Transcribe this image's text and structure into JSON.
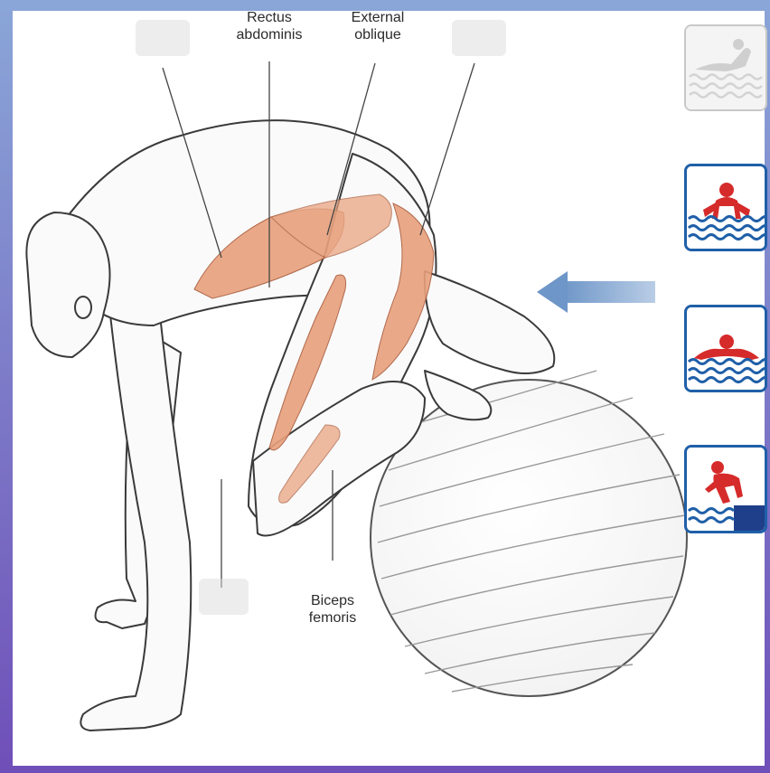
{
  "labels": {
    "rectus_abdominis": [
      "Rectus",
      "abdominis"
    ],
    "external_oblique": [
      "External",
      "oblique"
    ],
    "biceps_femoris": [
      "Biceps",
      "femoris"
    ]
  },
  "icons": [
    {
      "name": "swim-crawl-icon",
      "state": "faded"
    },
    {
      "name": "swim-butterfly-pull-icon",
      "state": "active"
    },
    {
      "name": "swim-butterfly-glide-icon",
      "state": "active"
    },
    {
      "name": "swim-dive-start-icon",
      "state": "active"
    }
  ],
  "colors": {
    "frame_gradient_top": "#8aa6d8",
    "frame_gradient_bottom": "#6f4fb8",
    "muscle": "#e8a07c",
    "water": "#1f5fa8",
    "swimmer": "#d62b2b",
    "arrow": "#6e96c8"
  }
}
